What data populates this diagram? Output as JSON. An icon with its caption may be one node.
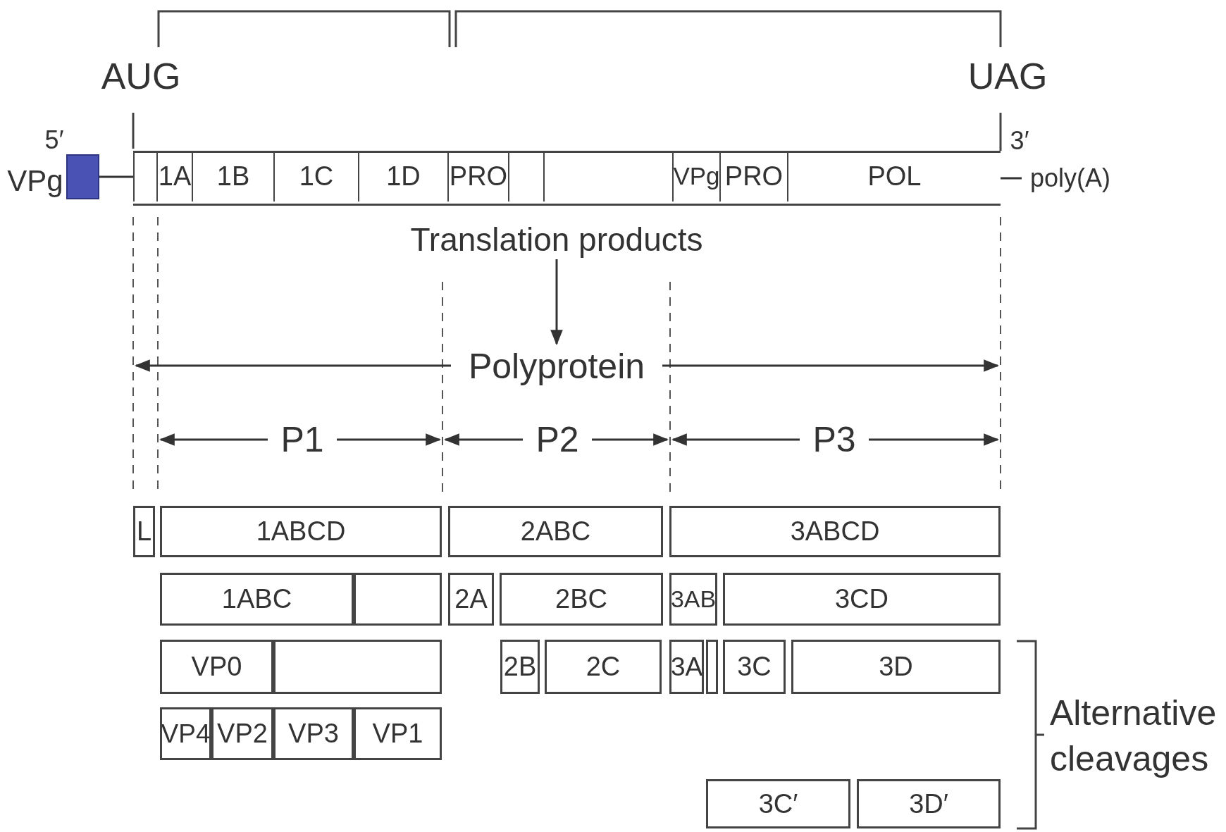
{
  "diagram": {
    "nodes": [
      {
        "text": [],
        "shape": "box",
        "beside": [
          "5′",
          "VPg"
        ]
      },
      {
        "text": [],
        "shape": "bar"
      },
      {
        "text": [],
        "shape": "box",
        "in": 1
      },
      {
        "text": [
          "1A"
        ],
        "in": 1
      },
      {
        "text": [
          "1B"
        ],
        "in": 1
      },
      {
        "text": [
          "1C"
        ],
        "in": 1
      },
      {
        "text": [
          "1D"
        ],
        "in": 1
      },
      {
        "text": [
          "PRO"
        ],
        "in": 1
      },
      {
        "text": [],
        "shape": "box",
        "in": 1
      },
      {
        "text": [],
        "shape": "box",
        "in": 1
      },
      {
        "text": [
          "VPg"
        ],
        "in": 1
      },
      {
        "text": [
          "PRO"
        ],
        "in": 1
      },
      {
        "text": [
          "POL"
        ],
        "in": 1
      },
      {
        "text": [
          "poly(A)"
        ]
      },
      {
        "text": [
          "Translation products"
        ]
      },
      {
        "text": [
          "Polyprotein"
        ]
      },
      {
        "text": [
          "L"
        ]
      },
      {
        "text": [
          "1ABCD"
        ]
      },
      {
        "text": [
          "2ABC"
        ]
      },
      {
        "text": [
          "3ABCD"
        ]
      },
      {
        "text": [
          "1ABC"
        ]
      },
      {
        "text": [],
        "shape": "box"
      },
      {
        "text": [
          "2A"
        ]
      },
      {
        "text": [
          "2BC"
        ]
      },
      {
        "text": [
          "3AB"
        ]
      },
      {
        "text": [
          "3CD"
        ]
      },
      {
        "text": [
          "VP0"
        ]
      },
      {
        "text": [],
        "shape": "box"
      },
      {
        "text": [
          "2B"
        ]
      },
      {
        "text": [
          "2C"
        ]
      },
      {
        "text": [
          "3A"
        ]
      },
      {
        "text": [],
        "shape": "box"
      },
      {
        "text": [
          "3C"
        ]
      },
      {
        "text": [
          "3D"
        ]
      },
      {
        "text": [
          "VP4"
        ]
      },
      {
        "text": [
          "VP2"
        ]
      },
      {
        "text": [
          "VP3"
        ]
      },
      {
        "text": [
          "VP1"
        ]
      },
      {
        "text": [
          "3C′"
        ]
      },
      {
        "text": [
          "3D′"
        ]
      }
    ],
    "edges": [
      {
        "from": 0,
        "to": 1,
        "arrow": "none"
      },
      {
        "from": 1,
        "to": 13,
        "arrow": "none"
      },
      {
        "from": 14,
        "to": 15,
        "arrow": "to"
      }
    ],
    "labels": [
      "AUG",
      "UAG",
      "3′",
      "P1",
      "P2",
      "P3",
      "Alternative cleavages"
    ]
  }
}
